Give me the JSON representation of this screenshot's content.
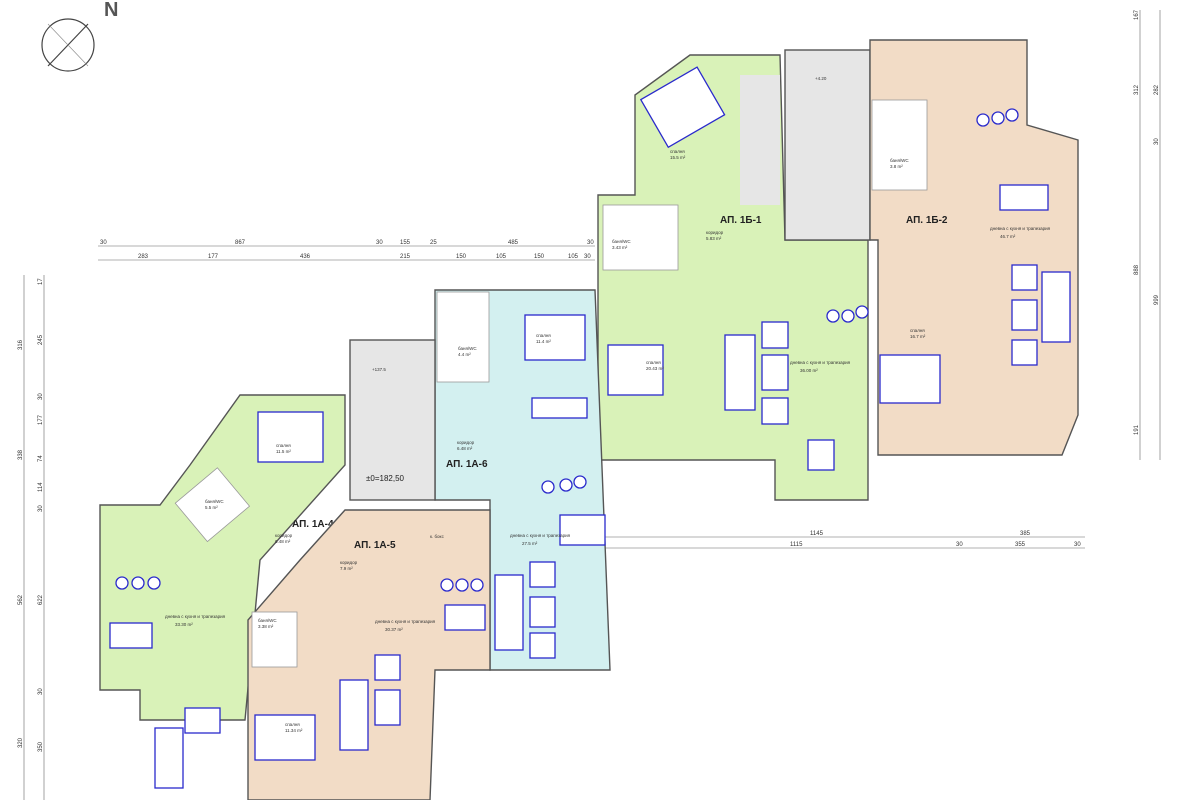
{
  "compass": {
    "label": "N"
  },
  "level": {
    "main": "±0=182,50",
    "landing": "+137.5",
    "top_landing": "+4.20"
  },
  "apartments": [
    {
      "name": "АП. 1Б-1",
      "rooms": [
        {
          "label": "спалня",
          "area": "15.5 m²"
        },
        {
          "label": "баня/WC",
          "area": "3.43 m²"
        },
        {
          "label": "коридор",
          "area": "5.83 m²"
        },
        {
          "label": "спалня",
          "area": "20.43 m²"
        },
        {
          "label": "дневна с кухня и трапезария",
          "area": "36.00 m²"
        }
      ]
    },
    {
      "name": "АП. 1Б-2",
      "rooms": [
        {
          "label": "баня/WC",
          "area": "3.8 m²"
        },
        {
          "label": "дневна с кухня и трапезария",
          "area": "46.7 m²"
        },
        {
          "label": "спалня",
          "area": "16.7 m²"
        }
      ]
    },
    {
      "name": "АП. 1А-4",
      "rooms": [
        {
          "label": "спалня",
          "area": "11.5 m²"
        },
        {
          "label": "баня/WC",
          "area": "5.5 m²"
        },
        {
          "label": "коридор",
          "area": "6.48 m²"
        },
        {
          "label": "дневна с кухня и трапезария",
          "area": "33.30 m²"
        }
      ]
    },
    {
      "name": "АП. 1А-5",
      "rooms": [
        {
          "label": "коридор",
          "area": "7.9 m²"
        },
        {
          "label": "к. бокс",
          "area": ""
        },
        {
          "label": "баня/WC",
          "area": "3.38 m²"
        },
        {
          "label": "дневна с кухня и трапезария",
          "area": "30.37 m²"
        },
        {
          "label": "спалня",
          "area": "11.34 m²"
        }
      ]
    },
    {
      "name": "АП. 1А-6",
      "rooms": [
        {
          "label": "спалня",
          "area": "11.4 m²"
        },
        {
          "label": "баня/WC",
          "area": "4.4 m²"
        },
        {
          "label": "коридор",
          "area": "6.48 m²"
        },
        {
          "label": "дневна с кухня и трапезария",
          "area": "27.5 m²"
        }
      ]
    }
  ],
  "dimensions": {
    "top_row1": [
      "30",
      "867",
      "30",
      "155",
      "25",
      "485",
      "30"
    ],
    "top_row2": [
      "283",
      "177",
      "436",
      "215",
      "150",
      "105",
      "150",
      "105",
      "30"
    ],
    "bottom_right_row1": [
      "1145",
      "385"
    ],
    "bottom_right_row2": [
      "1115",
      "30",
      "355",
      "30"
    ],
    "right_vertical": [
      "167",
      "312",
      "282",
      "30",
      "888",
      "999",
      "191"
    ],
    "left_vertical": [
      "17",
      "245",
      "316",
      "30",
      "177",
      "74",
      "338",
      "114",
      "30",
      "562",
      "622",
      "30",
      "320",
      "350"
    ]
  }
}
